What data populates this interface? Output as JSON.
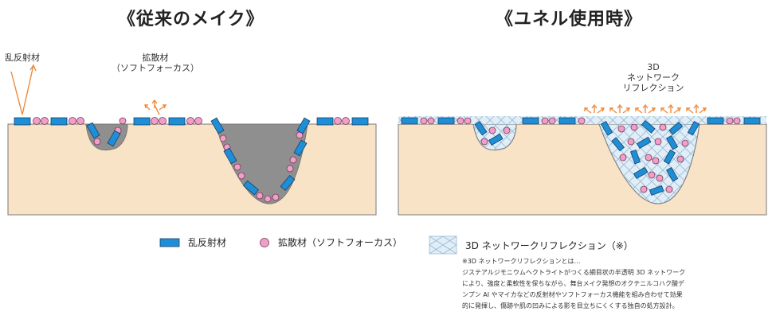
{
  "titles": {
    "left": "《従来のメイク》",
    "right": "《ユネル使用時》"
  },
  "labels": {
    "scatter_reflect": "乱反射材",
    "diffuser_line1": "拡散材",
    "diffuser_line2": "（ソフトフォーカス）",
    "network_line1": "3D",
    "network_line2": "ネットワーク",
    "network_line3": "リフレクション"
  },
  "legend": {
    "item1": "乱反射材",
    "item2": "拡散材（ソフトフォーカス）",
    "item3": "3D ネットワークリフレクション（※）"
  },
  "note": {
    "heading": "※3D ネットワークリフレクションとは…",
    "line1": "ジステアルジモニウムヘクトライトがつくる網目状の半透明 3D ネットワーク",
    "line2": "により、強度と柔軟性を保ちながら、舞台メイク発想のオクテニルコハク酸デ",
    "line3": "ンプン AI やマイカなどの反射材やソフトフォーカス機能を組み合わせて効果",
    "line4": "的に発揮し、傷跡や肌の凹みによる影を目立ちにくくする独自の処方設計。"
  },
  "colors": {
    "skin": "#f9e3c6",
    "skin_stroke": "#7a7a7a",
    "groove_fill": "#8f8f8f",
    "blue_particle": "#1e8fd6",
    "pink_particle": "#f0a0c8",
    "arrow_orange": "#f08a3c",
    "network_fill": "#dfeef8"
  }
}
